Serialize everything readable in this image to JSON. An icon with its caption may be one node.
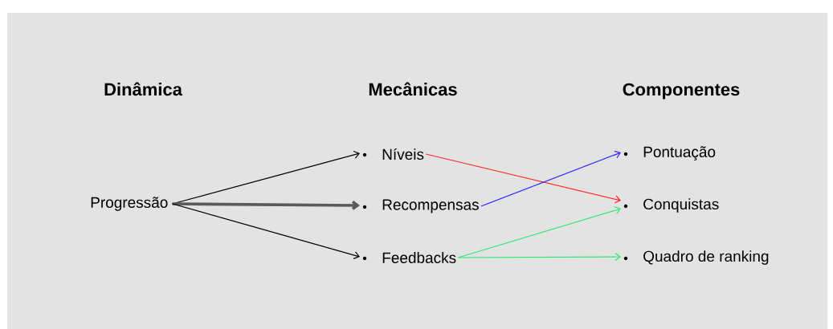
{
  "diagram": {
    "nodes": [
      {
        "text": [
          "Progressão"
        ]
      },
      {
        "text": [
          "Níveis"
        ]
      },
      {
        "text": [
          "Recompensas"
        ]
      },
      {
        "text": [
          "Feedbacks"
        ]
      },
      {
        "text": [
          "Pontuação"
        ]
      },
      {
        "text": [
          "Conquistas"
        ]
      },
      {
        "text": [
          "Quadro de ranking"
        ]
      }
    ],
    "edges": [
      {
        "from": 0,
        "to": 1,
        "arrow": "to"
      },
      {
        "from": 0,
        "to": 2,
        "arrow": "to",
        "style": "thick",
        "color": "#5a5a5a"
      },
      {
        "from": 0,
        "to": 3,
        "arrow": "to"
      },
      {
        "from": 1,
        "to": 5,
        "arrow": "to",
        "color": "#ff2b2b"
      },
      {
        "from": 2,
        "to": 4,
        "arrow": "to",
        "color": "#2b2bff"
      },
      {
        "from": 3,
        "to": 5,
        "arrow": "to",
        "color": "#2ee86e"
      },
      {
        "from": 3,
        "to": 6,
        "arrow": "to",
        "color": "#2ee86e"
      }
    ],
    "labels": [
      "Dinâmica",
      "Mecânicas",
      "Componentes"
    ]
  }
}
